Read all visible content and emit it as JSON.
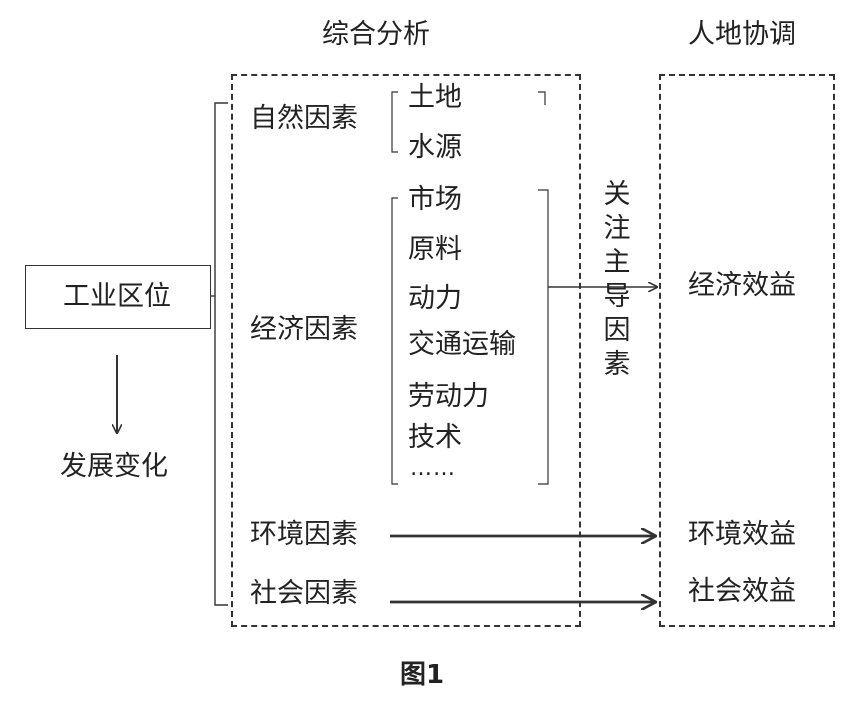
{
  "headers": {
    "analysis": "综合分析",
    "harmony": "人地协调"
  },
  "left": {
    "location": "工业区位",
    "change": "发展变化"
  },
  "factors": {
    "natural": "自然因素",
    "economic": "经济因素",
    "environment": "环境因素",
    "social": "社会因素"
  },
  "natural_items": [
    "土地",
    "水源"
  ],
  "economic_items": [
    "市场",
    "原料",
    "动力",
    "交通运输",
    "劳动力",
    "技术",
    "……"
  ],
  "focus_label": [
    "关",
    "注",
    "主",
    "导",
    "因",
    "素"
  ],
  "benefits": {
    "economic": "经济效益",
    "environment": "环境效益",
    "social": "社会效益"
  },
  "caption": "图1"
}
